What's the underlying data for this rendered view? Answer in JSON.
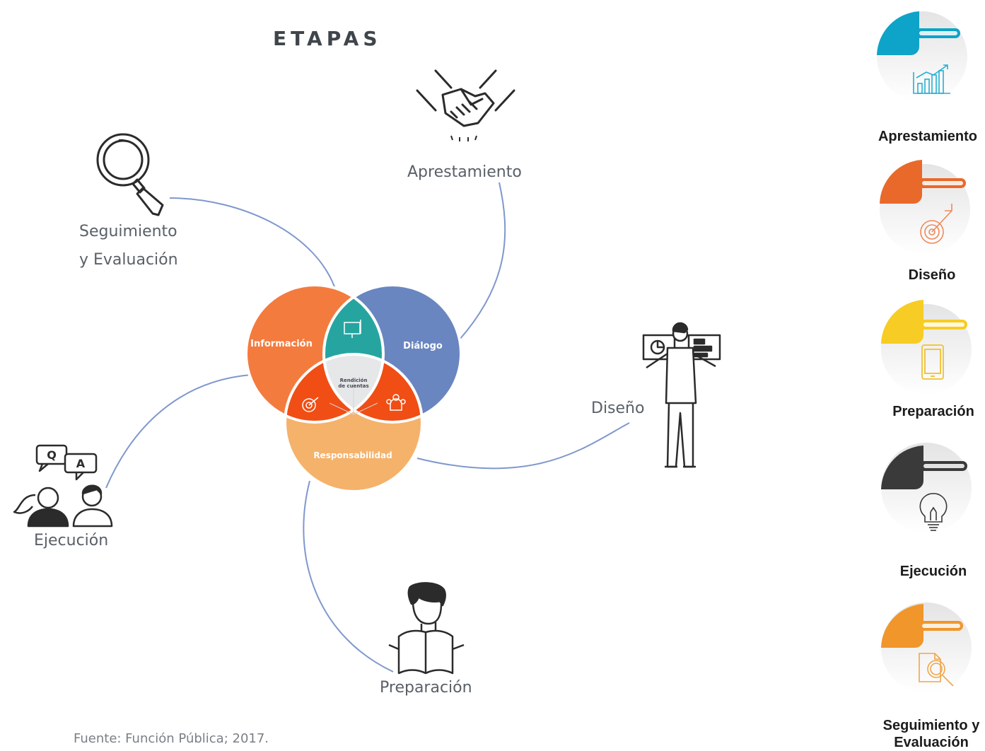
{
  "title": "ETAPAS",
  "stages": {
    "apresta": "Aprestamiento",
    "seguimiento_1": "Seguimiento",
    "seguimiento_2": "y Evaluación",
    "diseno": "Diseño",
    "ejecucion": "Ejecución",
    "preparacion": "Preparación"
  },
  "venn": {
    "informacion": "Información",
    "dialogo": "Diálogo",
    "responsabilidad": "Responsabilidad",
    "center_1": "Rendición",
    "center_2": "de cuentas",
    "colors": {
      "informacion": "#f47b3e",
      "dialogo": "#6a86c0",
      "responsabilidad": "#f5b26b",
      "top_lens": "#26a5a0",
      "side_lens": "#f04e14",
      "center": "#e6e7e9"
    }
  },
  "qa_icon": {
    "q": "Q",
    "a": "A"
  },
  "sidebar": [
    {
      "label": "Aprestamiento",
      "color": "#0ea3c8",
      "icon": "bar-chart-icon"
    },
    {
      "label": "Diseño",
      "color": "#e8692a",
      "icon": "target-icon"
    },
    {
      "label": "Preparación",
      "color": "#f7cc24",
      "icon": "tablet-icon"
    },
    {
      "label": "Ejecución",
      "color": "#3a3a3a",
      "icon": "lightbulb-icon"
    },
    {
      "label": "Seguimiento y Evaluación",
      "color": "#f0962a",
      "icon": "document-search-icon"
    }
  ],
  "source": "Fuente: Función Pública; 2017."
}
